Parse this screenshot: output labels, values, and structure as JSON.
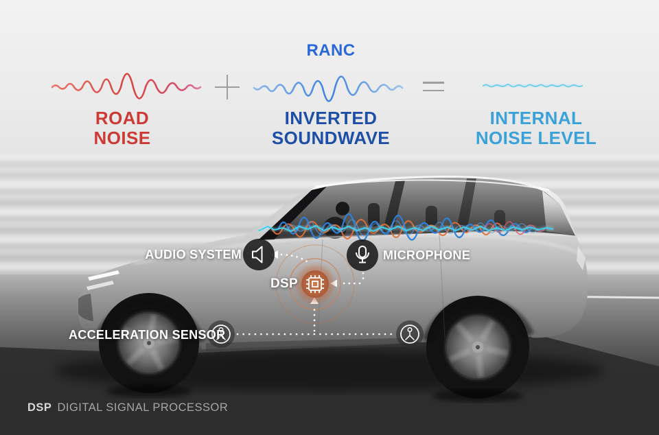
{
  "title_diagram": {
    "road_noise": {
      "line1": "ROAD",
      "line2": "NOISE"
    },
    "ranc_title": "RANC",
    "inverted": {
      "line1": "INVERTED",
      "line2": "SOUNDWAVE"
    },
    "internal": {
      "line1": "INTERNAL",
      "line2": "NOISE LEVEL"
    },
    "operators": {
      "plus": "+",
      "equals": "="
    }
  },
  "waveforms": [
    {
      "name": "road-noise-wave",
      "style": "irregular sine, large center peak",
      "color": "#d6453f"
    },
    {
      "name": "inverted-soundwave",
      "style": "mirror image of road noise",
      "color": "#3b82e0"
    },
    {
      "name": "internal-noise-level",
      "style": "nearly flat glowing ripple",
      "color": "#7fd8f0"
    }
  ],
  "car_callouts": {
    "audio_system": "AUDIO SYSTEM",
    "microphone": "MICROPHONE",
    "dsp": "DSP",
    "acceleration_sensor": "ACCELERATION SENSOR"
  },
  "icons": {
    "speaker": "speaker-icon",
    "microphone": "microphone-icon",
    "dsp_chip": "chip-icon",
    "acceleration_sensor": "accel-sensor-icon",
    "plus": "plus-operator",
    "equals": "equals-operator",
    "arrows": "dotted-flow-arrows"
  },
  "footer": {
    "abbr": "DSP",
    "text": "DIGITAL SIGNAL PROCESSOR"
  },
  "colors": {
    "road_noise_red": "#cd3a35",
    "ranc_blue": "#2a68d8",
    "inverted_blue": "#1c4fa5",
    "internal_cyan": "#3ba2d9",
    "internal_wave_cyan": "#7fd8f0",
    "operator_gray": "#9b9ea0",
    "chip_orange": "#bd6b45",
    "footer_abbr": "#d8d8d8",
    "footer_text": "#a6a6a6"
  }
}
